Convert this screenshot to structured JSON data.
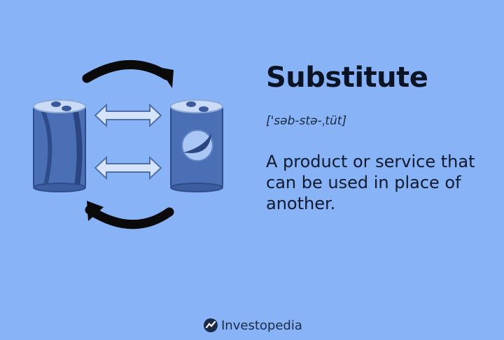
{
  "term": {
    "title": "Substitute",
    "pronunciation": "['səb-stə-ˌtüt]",
    "definition": "A product or service that can be used in place of another."
  },
  "illustration": {
    "items": [
      "left-can-striped",
      "right-can-logo"
    ],
    "icons": [
      "curved-arrow-right-icon",
      "curved-arrow-left-icon",
      "double-arrow-icon",
      "double-arrow-icon"
    ]
  },
  "brand": {
    "name": "Investopedia",
    "icon": "investopedia-logo-icon"
  },
  "colors": {
    "background": "#88b3f7",
    "can_body": "#4a6fb5",
    "can_dark": "#2f4c8a",
    "arrow_fill": "#d6e4fb",
    "text": "#0f1a2e"
  }
}
